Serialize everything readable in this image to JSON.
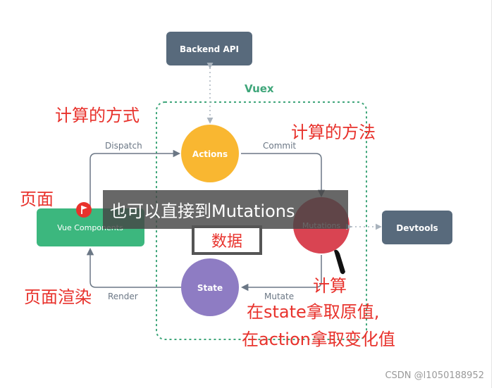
{
  "diagram": {
    "vuex_label": "Vuex",
    "nodes": {
      "backend_api": "Backend API",
      "actions": "Actions",
      "mutations": "Mutations",
      "devtools": "Devtools",
      "state": "State",
      "vue_components": "Vue Components"
    },
    "edges": {
      "dispatch": "Dispatch",
      "commit": "Commit",
      "mutate": "Mutate",
      "render": "Render"
    },
    "colors": {
      "backend_api": "#586a7c",
      "actions": "#f9b731",
      "mutations": "#d94452",
      "devtools": "#586a7c",
      "state": "#8e7cc3",
      "vue_components": "#3cb77e",
      "vuex_border": "#3fa67a",
      "annotation": "#e8322c"
    }
  },
  "annotations": {
    "compute_method_1": "计算的方式",
    "compute_method_2": "计算的方法",
    "page": "页面",
    "page_render": "页面渲染",
    "compute": "计算",
    "state_line": "在state拿取原值,",
    "action_line": "在action拿取变化值",
    "data_box": "数据"
  },
  "tooltip": "也可以直接到Mutations",
  "watermark": "CSDN @l1050188952"
}
